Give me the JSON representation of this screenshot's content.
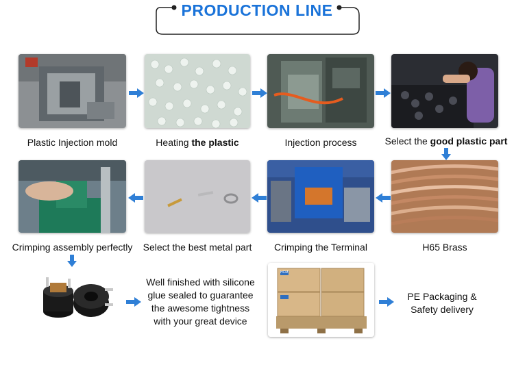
{
  "header": {
    "title": "PRODUCTION LINE"
  },
  "steps": {
    "s1": {
      "label": "Plastic Injection mold"
    },
    "s2": {
      "label_a": "Heating ",
      "label_b": "the plastic"
    },
    "s3": {
      "label": "Injection process"
    },
    "s4": {
      "label_a": "Select the ",
      "label_b": "good plastic part"
    },
    "s5": {
      "label": "H65 Brass"
    },
    "s6": {
      "label": "Crimping the Terminal"
    },
    "s7": {
      "label": "Select the best metal part"
    },
    "s8": {
      "label": "Crimping assembly perfectly"
    }
  },
  "bottom": {
    "description_lines": [
      "Well finished with silicone",
      "glue sealed to guarantee",
      "the awesome tightness",
      "with your great device"
    ],
    "packaging_lines": [
      "PE Packaging &",
      "Safety delivery"
    ],
    "box_brand": "HCM"
  },
  "colors": {
    "title": "#1a73d9",
    "arrow": "#2f7fd6"
  }
}
